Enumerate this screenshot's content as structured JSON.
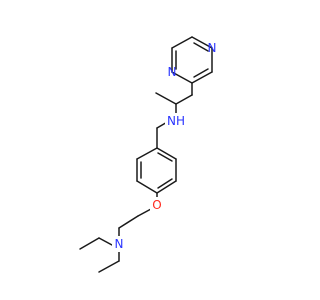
{
  "molecule": {
    "atoms": {
      "pyrazine_n_top": {
        "label": "N",
        "color": "#2a35ff"
      },
      "pyrazine_n_bottom": {
        "label": "N",
        "color": "#2a35ff"
      },
      "amine_nh": {
        "label": "NH",
        "color": "#2a35ff"
      },
      "ether_o": {
        "label": "O",
        "color": "#ff2a1f"
      },
      "tertiary_n": {
        "label": "N",
        "color": "#2a35ff"
      }
    }
  }
}
